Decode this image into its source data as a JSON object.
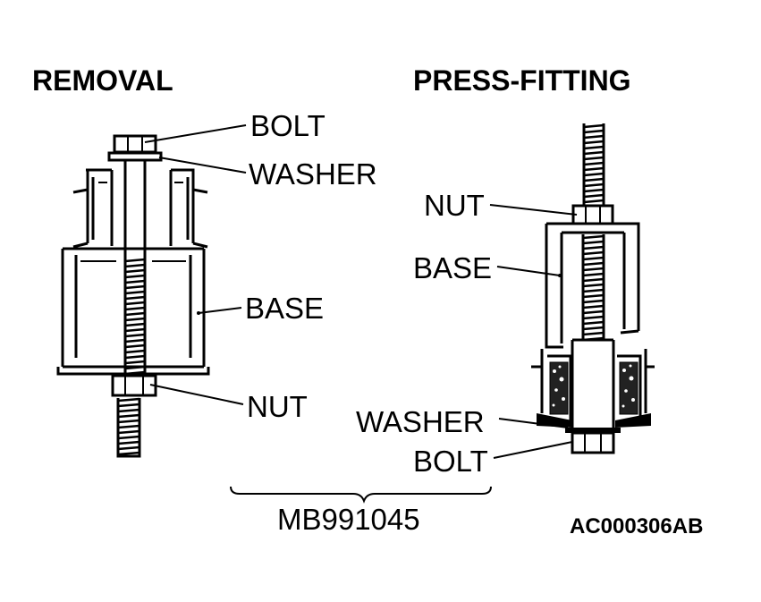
{
  "removal": {
    "heading": "REMOVAL",
    "labels": {
      "bolt": "BOLT",
      "washer": "WASHER",
      "base": "BASE",
      "nut": "NUT"
    }
  },
  "press_fitting": {
    "heading": "PRESS-FITTING",
    "labels": {
      "nut": "NUT",
      "base": "BASE",
      "washer": "WASHER",
      "bolt": "BOLT"
    }
  },
  "tool_number": "MB991045",
  "figure_code": "AC000306AB"
}
